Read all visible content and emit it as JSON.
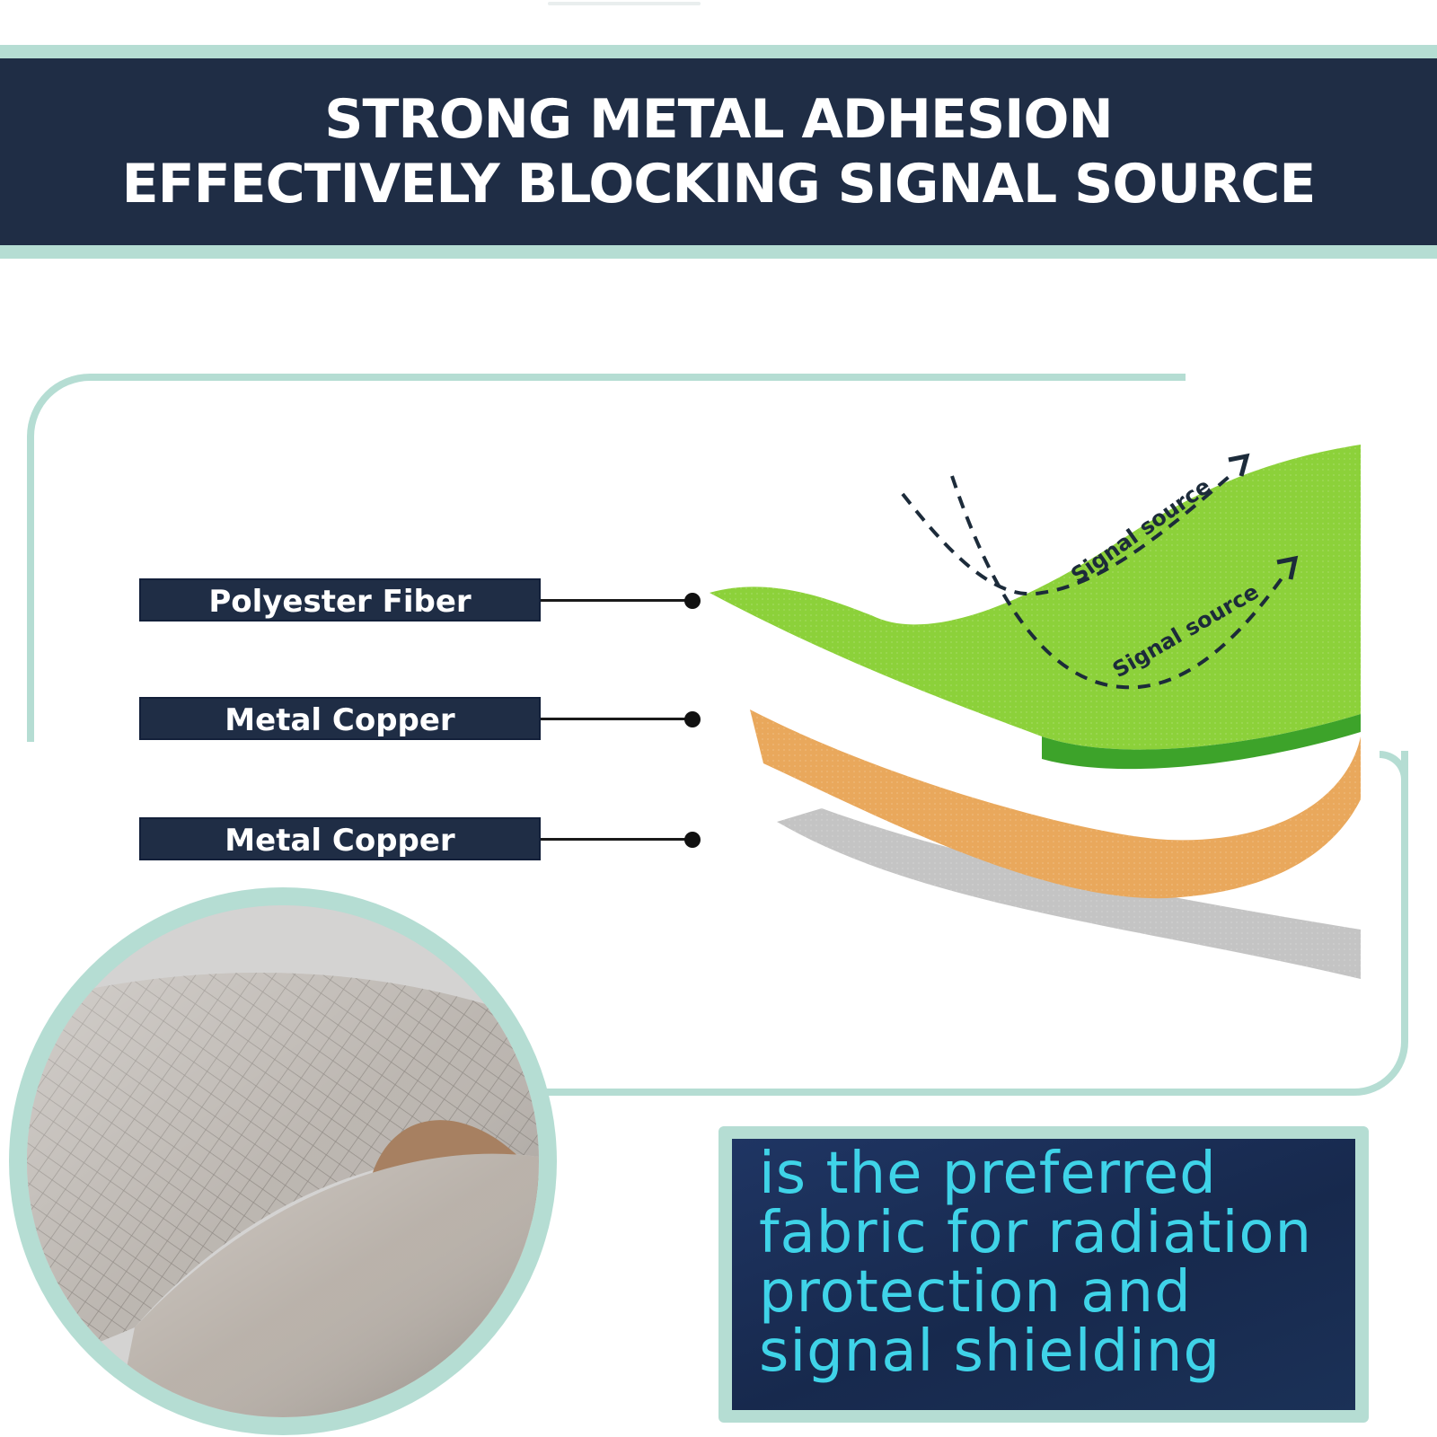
{
  "banner": {
    "line1": "STRONG METAL ADHESION",
    "line2": "EFFECTIVELY BLOCKING SIGNAL SOURCE"
  },
  "layers": [
    {
      "label": "Polyester Fiber",
      "color": "#8cd13a"
    },
    {
      "label": "Metal Copper",
      "color": "#e9a85c"
    },
    {
      "label": "Metal Copper",
      "color": "#c4c4c4"
    }
  ],
  "diagram": {
    "arrow_label_1": "Signal source",
    "arrow_label_2": "Signal source"
  },
  "promo": {
    "lines": [
      "is the preferred",
      "fabric for radiation",
      "protection and",
      "signal shielding"
    ]
  },
  "colors": {
    "navy": "#1f2d45",
    "mint": "#b5ddd3",
    "cyan_text": "#3fd3e8"
  }
}
